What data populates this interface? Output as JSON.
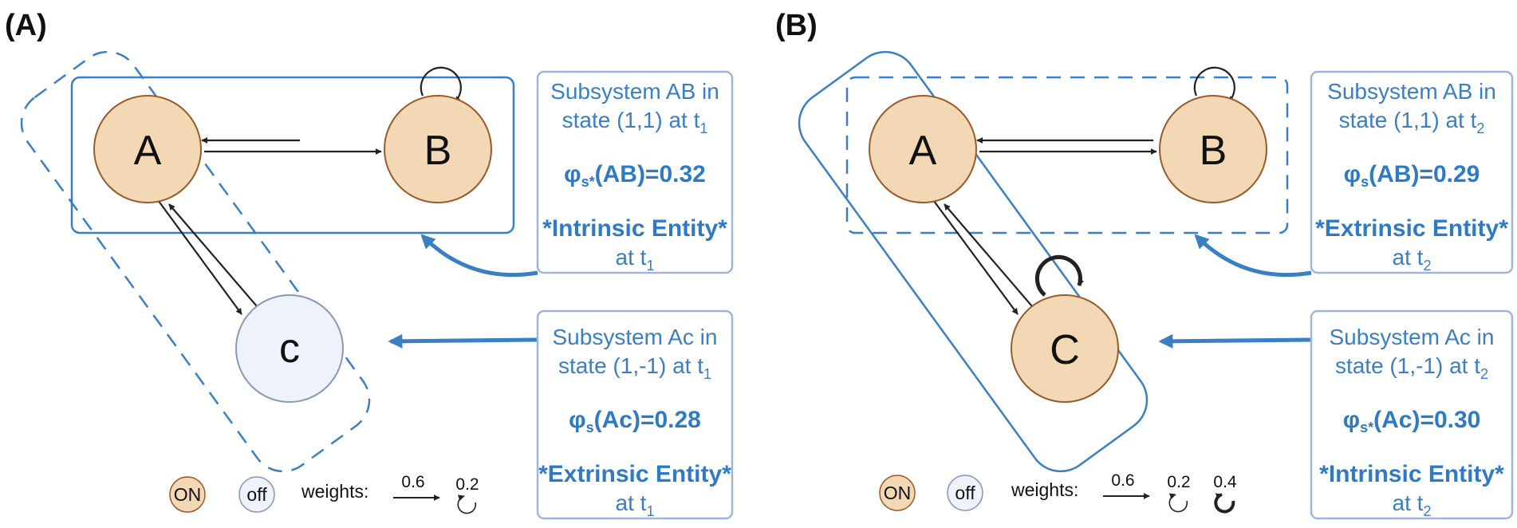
{
  "colors": {
    "on_fill": "#f2d8b4",
    "on_stroke": "#9a5a2a",
    "off_fill": "#eef3fb",
    "off_stroke": "#8898b8",
    "accent": "#3a7fc4",
    "arrow": "#222222"
  },
  "panels": [
    {
      "label": "(A)",
      "nodes": {
        "a": "A",
        "b": "B",
        "c": "c"
      },
      "box_ab": {
        "line1": "Subsystem AB in",
        "line2": "state (1,1) at t",
        "line2_sub": "1",
        "phi_prefix": "φ",
        "phi_sub": "s*",
        "phi_rest": "(AB)=0.32",
        "entity": "*Intrinsic Entity*",
        "time": "at t",
        "time_sub": "1"
      },
      "box_ac": {
        "line1": "Subsystem Ac in",
        "line2": "state (1,-1) at t",
        "line2_sub": "1",
        "phi_prefix": "φ",
        "phi_sub": "s",
        "phi_rest": "(Ac)=0.28",
        "entity": "*Extrinsic Entity*",
        "time": "at t",
        "time_sub": "1"
      },
      "legend": {
        "on": "ON",
        "off": "off",
        "weights": "weights:",
        "w1": "0.6",
        "w2": "0.2"
      }
    },
    {
      "label": "(B)",
      "nodes": {
        "a": "A",
        "b": "B",
        "c": "C"
      },
      "box_ab": {
        "line1": "Subsystem AB in",
        "line2": "state (1,1) at t",
        "line2_sub": "2",
        "phi_prefix": "φ",
        "phi_sub": "s",
        "phi_rest": "(AB)=0.29",
        "entity": "*Extrinsic Entity*",
        "time": "at t",
        "time_sub": "2"
      },
      "box_ac": {
        "line1": "Subsystem Ac in",
        "line2": "state (1,-1) at t",
        "line2_sub": "2",
        "phi_prefix": "φ",
        "phi_sub": "s*",
        "phi_rest": "(Ac)=0.30",
        "entity": "*Intrinsic Entity*",
        "time": "at t",
        "time_sub": "2"
      },
      "legend": {
        "on": "ON",
        "off": "off",
        "weights": "weights:",
        "w1": "0.6",
        "w2": "0.2",
        "w3": "0.4"
      }
    }
  ]
}
